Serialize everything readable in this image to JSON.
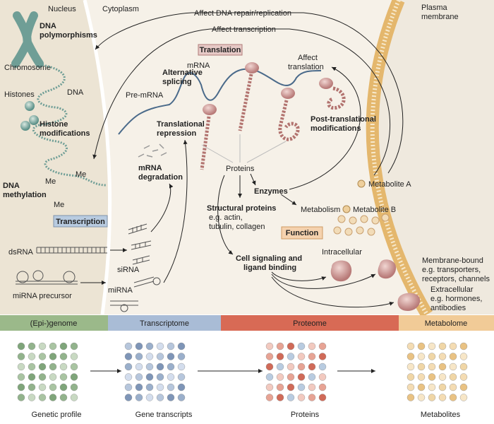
{
  "compartments": {
    "nucleus": "Nucleus",
    "cytoplasm": "Cytoplasm",
    "membrane_line1": "Plasma",
    "membrane_line2": "membrane"
  },
  "labels": {
    "dna_poly_1": "DNA",
    "dna_poly_2": "polymorphisms",
    "chromosome": "Chromosome",
    "histones": "Histones",
    "dna": "DNA",
    "histone_mod_1": "Histone",
    "histone_mod_2": "modifications",
    "dna_meth_1": "DNA",
    "dna_meth_2": "methylation",
    "me1": "Me",
    "me2": "Me",
    "me3": "Me",
    "transcription": "Transcription",
    "alt_splice_1": "Alternative",
    "alt_splice_2": "splicing",
    "mrna": "mRNA",
    "pre_mrna": "Pre-mRNA",
    "translation": "Translation",
    "trans_repr_1": "Translational",
    "trans_repr_2": "repression",
    "mrna_deg_1": "mRNA",
    "mrna_deg_2": "degradation",
    "affect_dna": "Affect DNA repair/replication",
    "affect_transcription": "Affect transcription",
    "affect_transl_1": "Affect",
    "affect_transl_2": "translation",
    "ptm_1": "Post-translational",
    "ptm_2": "modifications",
    "proteins": "Proteins",
    "enzymes": "Enzymes",
    "metabolism": "Metabolism",
    "metabolite_a": "Metabolite A",
    "metabolite_b": "Metabolite B",
    "structural_1": "Structural proteins",
    "structural_2": "e.g. actin,",
    "structural_3": "tubulin, collagen",
    "function": "Function",
    "cell_sig_1": "Cell signaling and",
    "cell_sig_2": "ligand binding",
    "intracellular": "Intracellular",
    "membrane_bound_1": "Membrane-bound",
    "membrane_bound_2": "e.g. transporters,",
    "membrane_bound_3": "receptors, channels",
    "extracellular_1": "Extracellular",
    "extracellular_2": "e.g. hormones,",
    "extracellular_3": "antibodies",
    "dsrna": "dsRNA",
    "sirna": "siRNA",
    "mirna": "miRNA",
    "mirna_precursor": "miRNA precursor"
  },
  "bands": [
    {
      "label": "(Epi-)genome",
      "color": "#8fb07e"
    },
    {
      "label": "Transcriptome",
      "color": "#9fb3cf"
    },
    {
      "label": "Proteome",
      "color": "#d8664f"
    },
    {
      "label": "Metabolome",
      "color": "#f0c890"
    }
  ],
  "captions": {
    "genetic_profile": "Genetic profile",
    "gene_transcripts": "Gene transcripts",
    "proteins": "Proteins",
    "metabolites": "Metabolites"
  },
  "colors": {
    "nucleus_bg": "#efe9dd",
    "cytoplasm_bg": "#f6f1e8",
    "membrane": "#e3b46a",
    "protein": "#c98b8b",
    "label_box": "#b8cbe0",
    "function_box": "#f5d2ae"
  }
}
